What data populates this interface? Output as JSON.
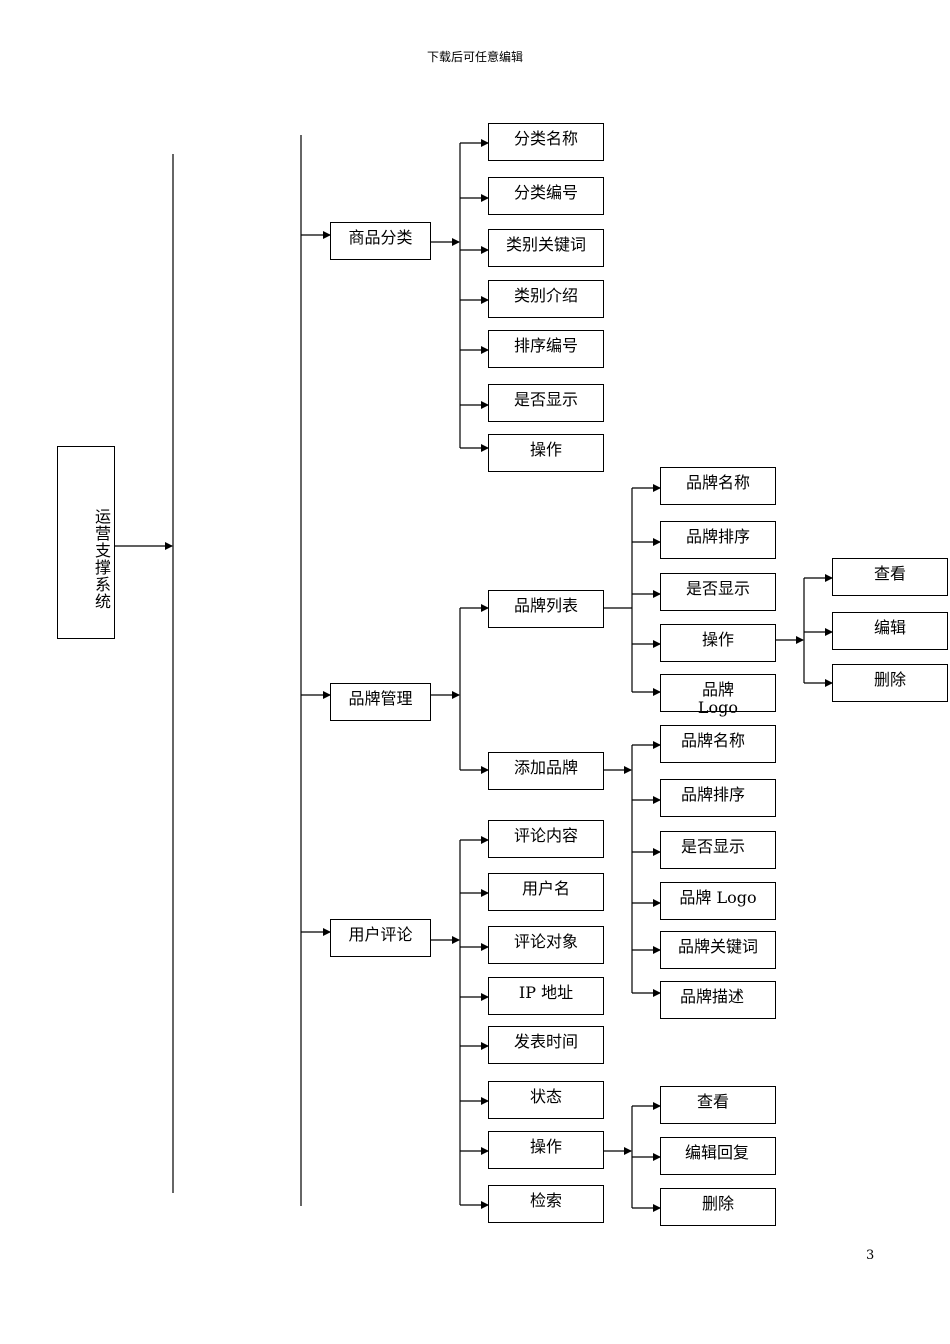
{
  "header_text": "下载后可任意编辑",
  "page_number": "3",
  "root": "运营支撑系统",
  "category": {
    "title": "商品分类",
    "items": [
      "分类名称",
      "分类编号",
      "类别关键词",
      "类别介绍",
      "排序编号",
      "是否显示",
      "操作"
    ]
  },
  "brand": {
    "title": "品牌管理",
    "list": {
      "title": "品牌列表",
      "items": [
        "品牌名称",
        "品牌排序",
        "是否显示",
        "操作",
        "品牌 Logo"
      ],
      "actions": [
        "查看",
        "编辑",
        "删除"
      ]
    },
    "add": {
      "title": "添加品牌",
      "items": [
        "品牌名称",
        "品牌排序",
        "是否显示",
        "品牌 Logo",
        "品牌关键词",
        "品牌描述"
      ]
    }
  },
  "comment": {
    "title": "用户评论",
    "items": [
      "评论内容",
      "用户名",
      "评论对象",
      "IP 地址",
      "发表时间",
      "状态",
      "操作",
      "检索"
    ],
    "actions": [
      "查看",
      "编辑回复",
      "删除"
    ]
  }
}
